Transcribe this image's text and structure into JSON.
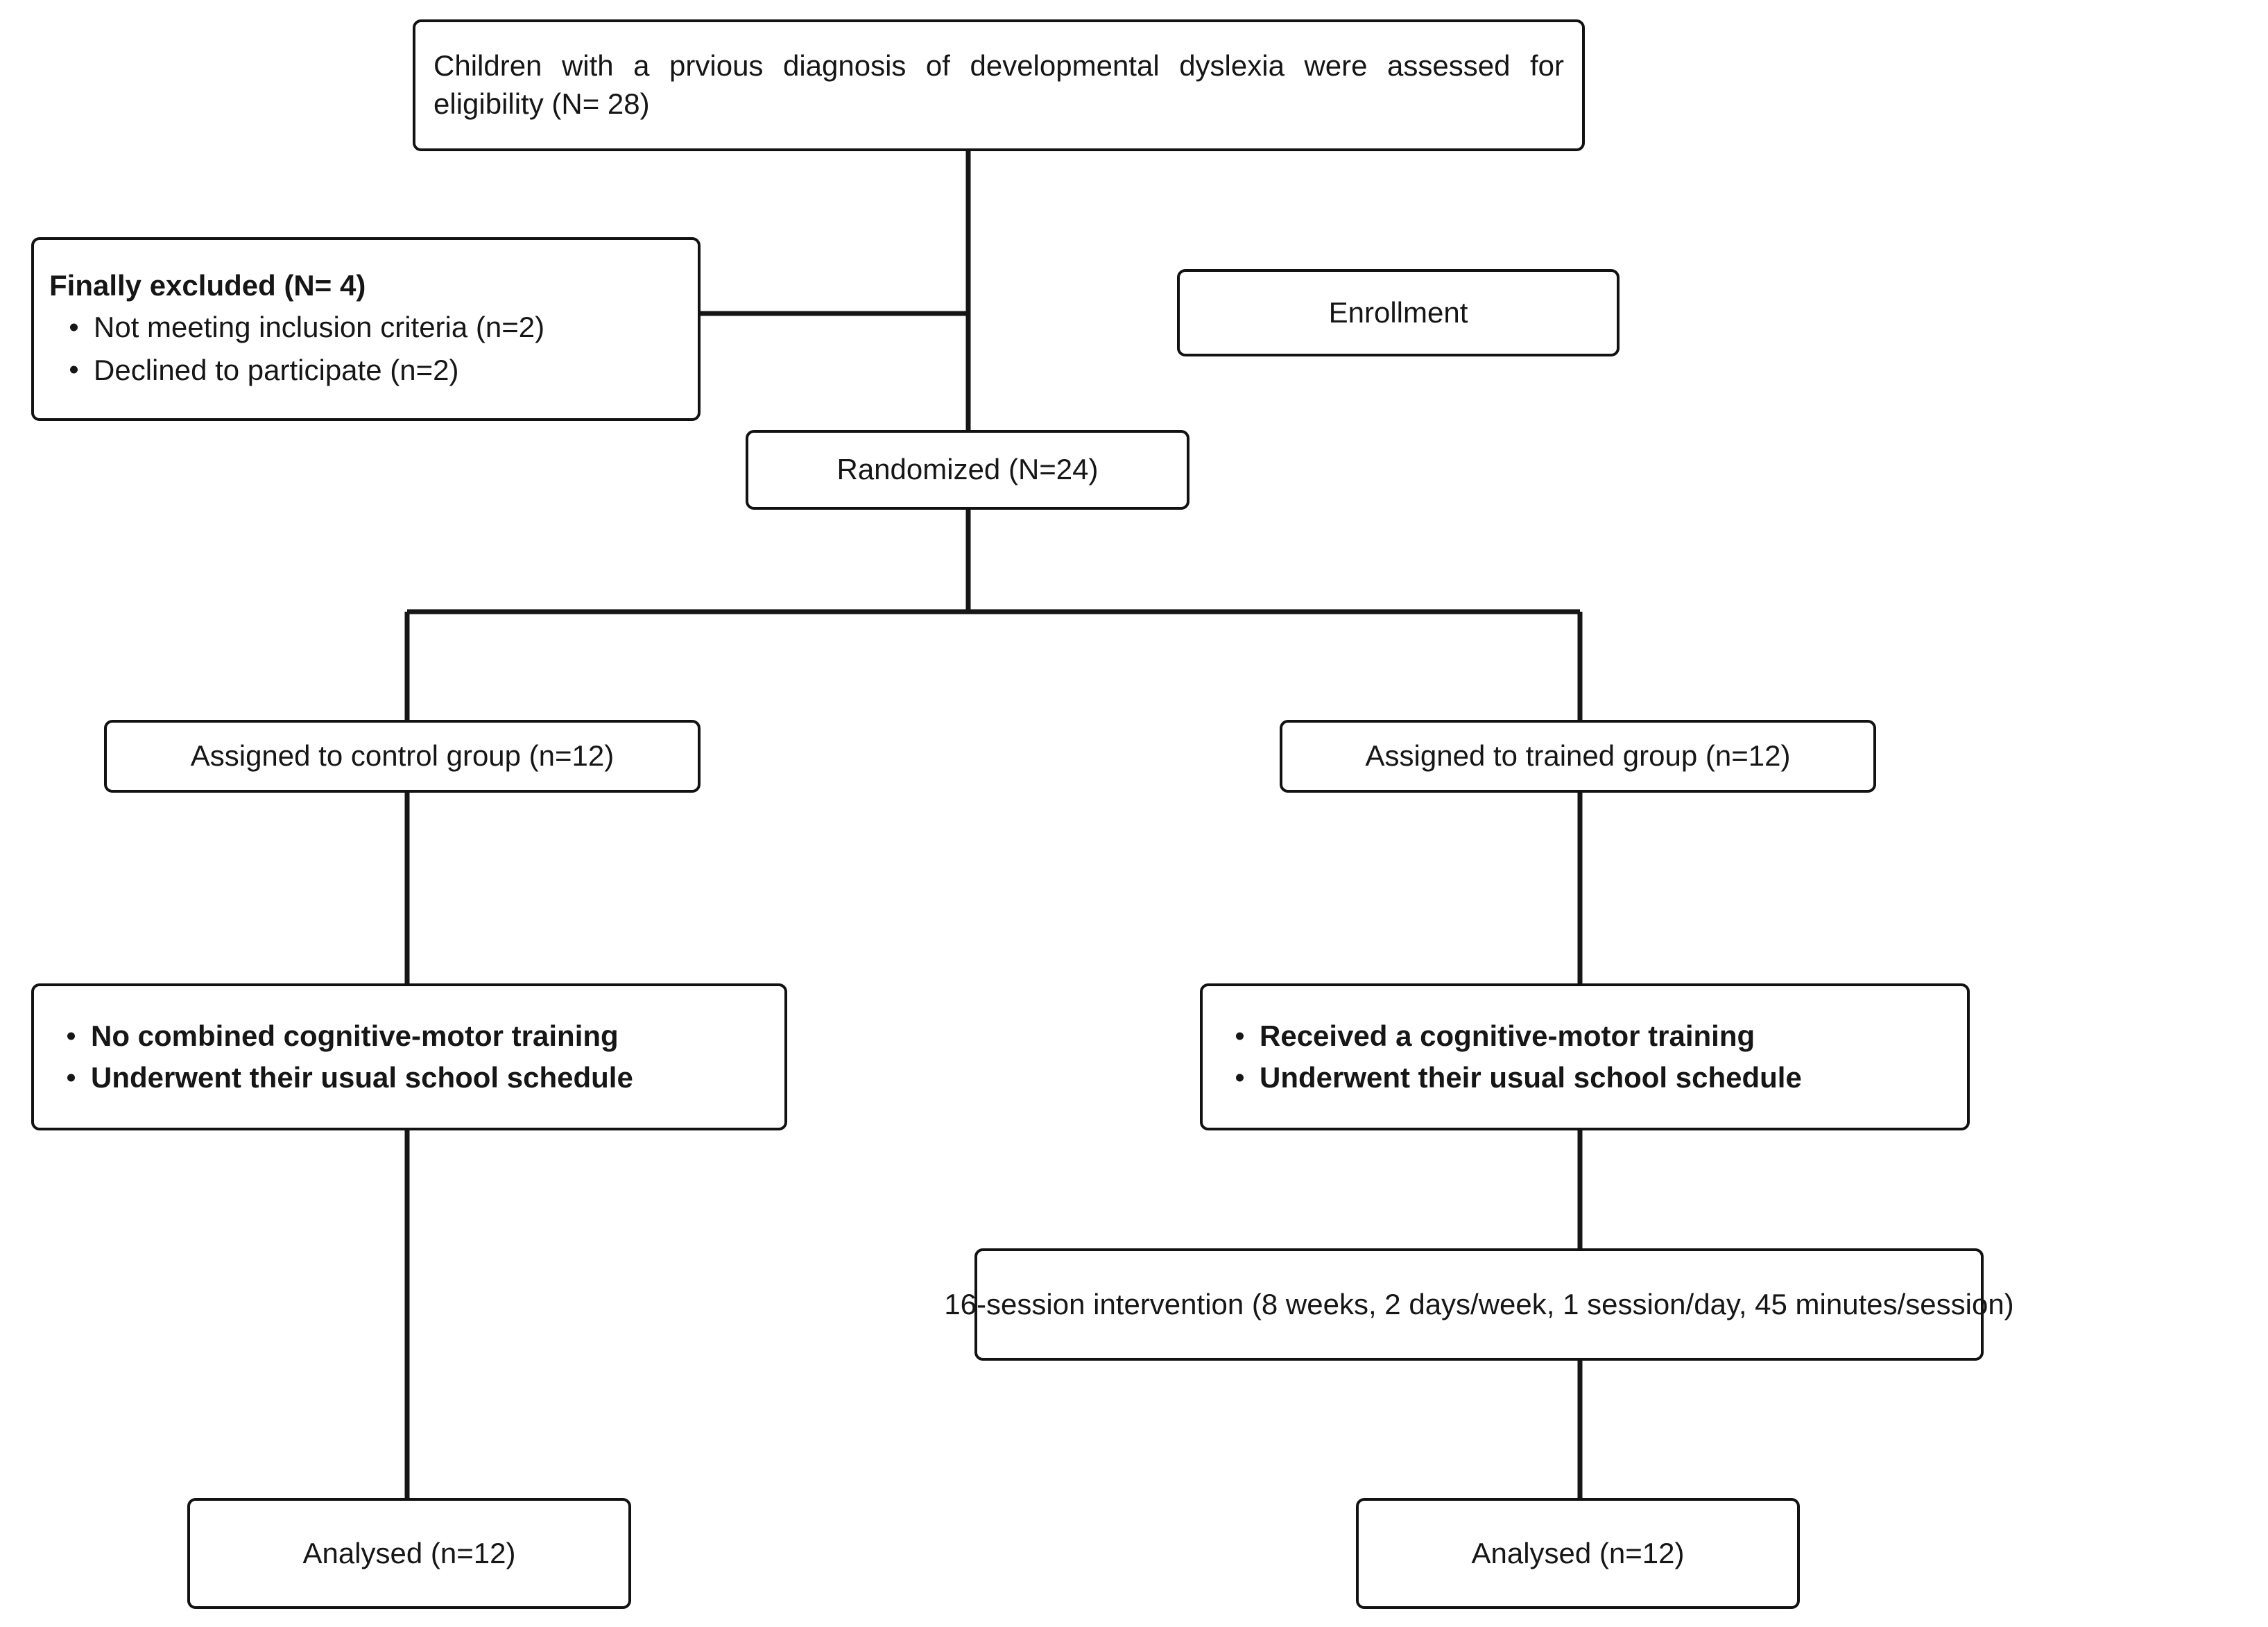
{
  "diagram": {
    "type": "consort-flow-diagram",
    "title": "CONSORT participant flow diagram",
    "stage_labels": {
      "enrollment": "Enrollment"
    },
    "nodes": {
      "eligibility": {
        "text": "Children with a prvious diagnosis of developmental dyslexia were assessed for eligibility (N= 28)",
        "n_label": "N= 28",
        "n_value": 28
      },
      "excluded": {
        "heading": "Finally excluded (N= 4)",
        "n_label": "N= 4",
        "n_value": 4,
        "reasons": [
          "Not meeting inclusion criteria (n=2)",
          "Declined to participate (n=2)"
        ],
        "reason_counts": [
          2,
          2
        ]
      },
      "randomized": {
        "text": "Randomized (N=24)",
        "n_label": "N=24",
        "n_value": 24
      },
      "control_assign": {
        "text": "Assigned to control group (n=12)",
        "n_label": "n=12",
        "n_value": 12
      },
      "trained_assign": {
        "text": "Assigned to trained group (n=12)",
        "n_label": "n=12",
        "n_value": 12
      },
      "control_arms": {
        "items": [
          "No combined cognitive-motor training",
          "Underwent  their usual school schedule"
        ]
      },
      "trained_arms": {
        "items": [
          "Received a cognitive-motor training",
          "Underwent  their usual school schedule"
        ]
      },
      "intervention": {
        "text": "16-session intervention (8 weeks, 2 days/week, 1 session/day, 45 minutes/session)",
        "sessions": 16,
        "weeks": 8,
        "days_per_week": 2,
        "sessions_per_day": 1,
        "minutes_per_session": 45
      },
      "control_analysed": {
        "text": "Analysed (n=12)",
        "n_label": "n=12",
        "n_value": 12
      },
      "trained_analysed": {
        "text": "Analysed (n=12)",
        "n_label": "n=12",
        "n_value": 12
      }
    },
    "colors": {
      "background": "#ffffff",
      "border": "#121212",
      "text": "#161616",
      "connector": "#161616"
    }
  }
}
